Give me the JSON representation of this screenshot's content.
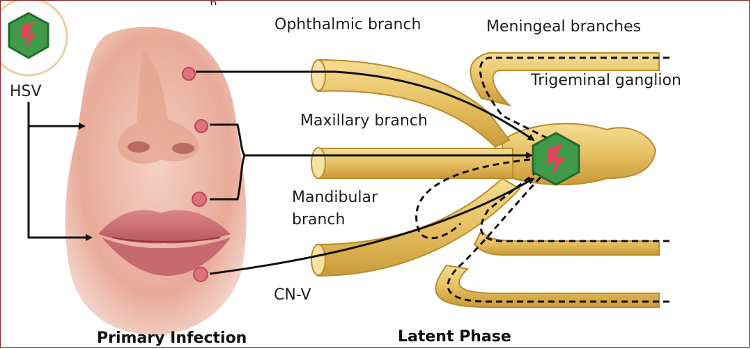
{
  "diagram": {
    "top_fragment": "p",
    "virus_label": "HSV",
    "labels": {
      "ophthalmic": "Ophthalmic branch",
      "meningeal": "Meningeal branches",
      "trigeminal_ganglion": "Trigeminal ganglion",
      "maxillary": "Maxillary branch",
      "mandibular_line1": "Mandibular",
      "mandibular_line2": "branch",
      "cn_v": "CN-V"
    },
    "captions": {
      "primary": "Primary Infection",
      "latent": "Latent Phase"
    },
    "colors": {
      "nerve": "#e9c56c",
      "nerve_dark": "#b98c2c",
      "virus_green": "#3f9a4a",
      "virus_red": "#e0485a",
      "skin": "#f0c2b0",
      "lesion": "#e0707a",
      "frame": "#8a1f1f"
    }
  }
}
